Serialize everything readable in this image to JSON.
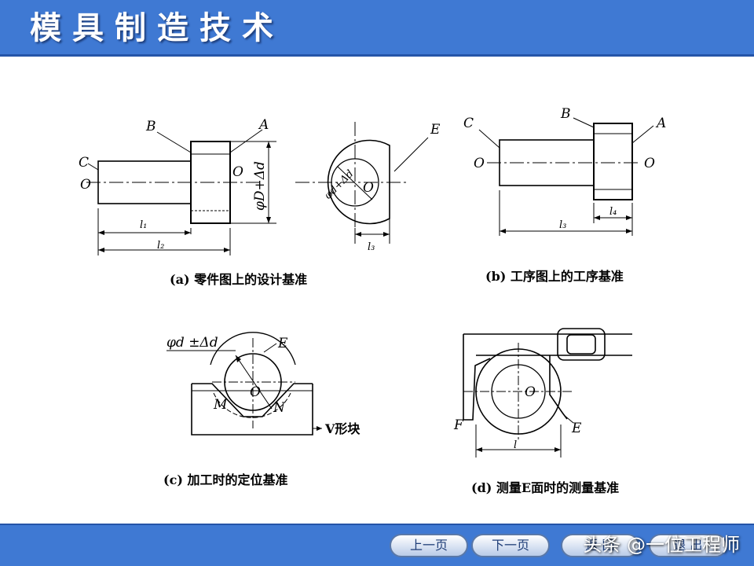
{
  "header": {
    "title": "模具制造技术"
  },
  "figure": {
    "a": {
      "caption": "(a) 零件图上的设计基准",
      "labels": {
        "B": "B",
        "A": "A",
        "C": "C",
        "O_left": "O",
        "O_right": "O",
        "dim_D": "φD+Δd",
        "l1": "l₁",
        "l2": "l₂"
      }
    },
    "a_side": {
      "labels": {
        "E": "E",
        "dim_d": "φd+Δd",
        "O": "O",
        "l3": "l₃"
      }
    },
    "b": {
      "caption": "(b) 工序图上的工序基准",
      "labels": {
        "C": "C",
        "B": "B",
        "A": "A",
        "O_left": "O",
        "O_right": "O",
        "l3": "l₃",
        "l4": "l₄"
      }
    },
    "c": {
      "caption": "(c)  加工时的定位基准",
      "labels": {
        "dim": "φd ±Δd",
        "E": "E",
        "O": "O",
        "M": "M",
        "N": "N",
        "vblock": "V形块"
      }
    },
    "d": {
      "caption": "(d) 测量E面时的测量基准",
      "labels": {
        "O": "O",
        "F": "F",
        "E": "E",
        "l": "l"
      }
    }
  },
  "footer": {
    "buttons": {
      "prev": "上一页",
      "next": "下一页",
      "btn3": "返 回",
      "btn4": "退 出"
    },
    "watermark": "头条 @一位工程师"
  }
}
